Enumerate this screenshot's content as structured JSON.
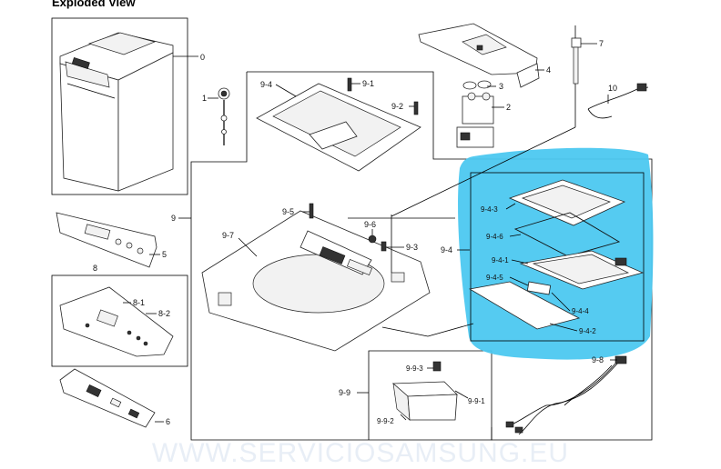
{
  "title": "Exploded View",
  "watermark": "WWW.SERVICIOSAMSUNG.EU",
  "highlight_color": "#4cc8f0",
  "labels": {
    "p0": "0",
    "p1": "1",
    "p2": "2",
    "p3": "3",
    "p4": "4",
    "p5": "5",
    "p6": "6",
    "p7": "7",
    "p8": "8",
    "p8_1": "8-1",
    "p8_2": "8-2",
    "p9": "9",
    "p9_1": "9-1",
    "p9_2": "9-2",
    "p9_3": "9-3",
    "p9_4": "9-4",
    "p9_5": "9-5",
    "p9_6": "9-6",
    "p9_7": "9-7",
    "p9_8": "9-8",
    "p9_9": "9-9",
    "p9_4_top": "9-4",
    "p9_4_box": "9-4",
    "p9_4_1": "9-4-1",
    "p9_4_2": "9-4-2",
    "p9_4_3": "9-4-3",
    "p9_4_4": "9-4-4",
    "p9_4_5": "9-4-5",
    "p9_4_6": "9-4-6",
    "p9_9_1": "9-9-1",
    "p9_9_2": "9-9-2",
    "p9_9_3": "9-9-3",
    "p10": "10"
  }
}
